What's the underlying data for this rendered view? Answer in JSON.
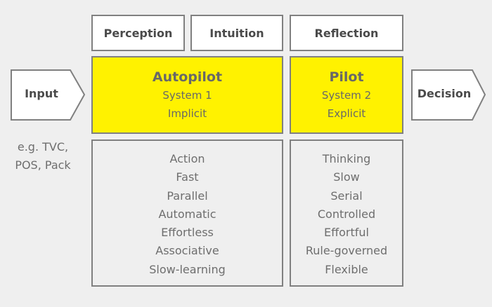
{
  "header": {
    "perception": "Perception",
    "intuition": "Intuition",
    "reflection": "Reflection"
  },
  "input": {
    "label": "Input",
    "examples": [
      "e.g. TVC,",
      "POS, Pack"
    ]
  },
  "decision": {
    "label": "Decision"
  },
  "autopilot": {
    "title": "Autopilot",
    "system": "System 1",
    "mode": "Implicit"
  },
  "pilot": {
    "title": "Pilot",
    "system": "System 2",
    "mode": "Explicit"
  },
  "system1_traits": [
    "Action",
    "Fast",
    "Parallel",
    "Automatic",
    "Effortless",
    "Associative",
    "Slow-learning"
  ],
  "system2_traits": [
    "Thinking",
    "Slow",
    "Serial",
    "Controlled",
    "Effortful",
    "Rule-governed",
    "Flexible"
  ],
  "colors": {
    "highlight": "#fff200",
    "border": "#808080",
    "background": "#efefef",
    "text": "#6e6e6e"
  }
}
